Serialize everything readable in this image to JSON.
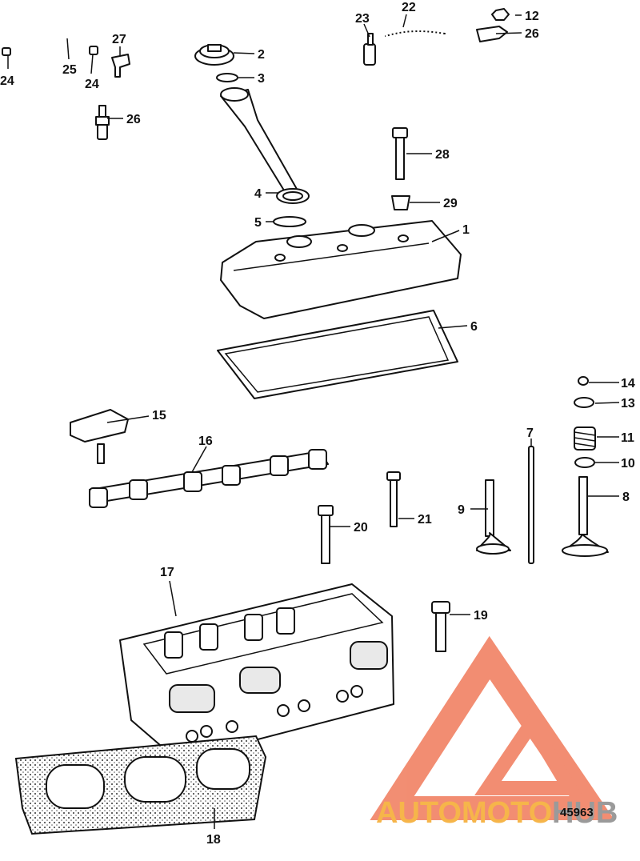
{
  "diagram": {
    "figure_number": "45963",
    "callouts": {
      "c1": "1",
      "c2": "2",
      "c3": "3",
      "c4": "4",
      "c5": "5",
      "c6": "6",
      "c7": "7",
      "c8": "8",
      "c9": "9",
      "c10": "10",
      "c11": "11",
      "c12": "12",
      "c13": "13",
      "c14": "14",
      "c15": "15",
      "c16": "16",
      "c17": "17",
      "c18": "18",
      "c19": "19",
      "c20": "20",
      "c21": "21",
      "c22": "22",
      "c23": "23",
      "c24a": "24",
      "c24b": "24",
      "c25": "25",
      "c26a": "26",
      "c26b": "26",
      "c27": "27",
      "c28": "28",
      "c29": "29"
    }
  },
  "watermark": {
    "text_part1": "AUTOMOTO",
    "text_part2": "HUB",
    "color_primary": "#f07a5a",
    "color_secondary": "#f6b54a",
    "color_gray": "#9a9a9a"
  }
}
